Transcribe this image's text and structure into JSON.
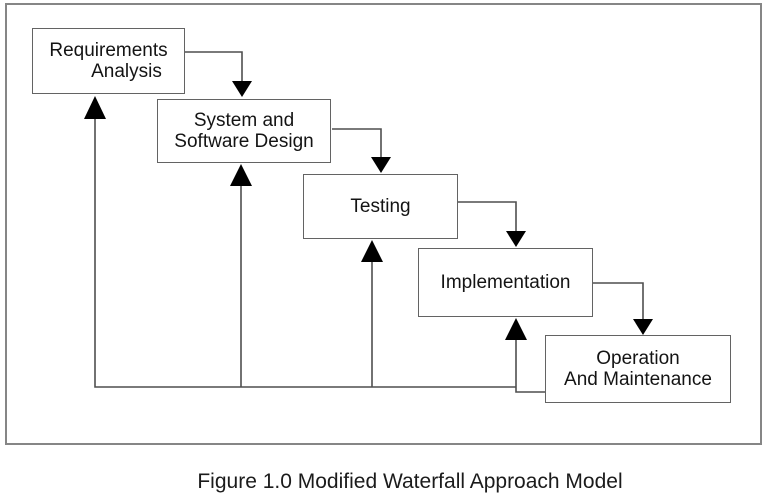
{
  "figure": {
    "caption": "Figure 1.0 Modified Waterfall Approach Model",
    "stages": [
      {
        "name": "requirements-analysis",
        "lines": [
          "Requirements",
          "Analysis"
        ]
      },
      {
        "name": "system-software-design",
        "lines": [
          "System and",
          "Software Design"
        ]
      },
      {
        "name": "testing",
        "lines": [
          "Testing"
        ]
      },
      {
        "name": "implementation",
        "lines": [
          "Implementation"
        ]
      },
      {
        "name": "operation-maintenance",
        "lines": [
          "Operation",
          "And Maintenance"
        ]
      }
    ],
    "flow": {
      "forward_arrows": [
        "Requirements Analysis -> System and Software Design",
        "System and Software Design -> Testing",
        "Testing -> Implementation",
        "Implementation -> Operation And Maintenance"
      ],
      "feedback_arrows": [
        "Operation And Maintenance -> Implementation",
        "Operation And Maintenance -> Testing",
        "Operation And Maintenance -> System and Software Design",
        "Operation And Maintenance -> Requirements Analysis"
      ]
    },
    "colors": {
      "background": "#ffffff",
      "frame_border": "#868686",
      "box_border": "#636363",
      "connector_line": "#4f4f4f",
      "arrowhead": "#000000",
      "text": "#141414"
    }
  }
}
